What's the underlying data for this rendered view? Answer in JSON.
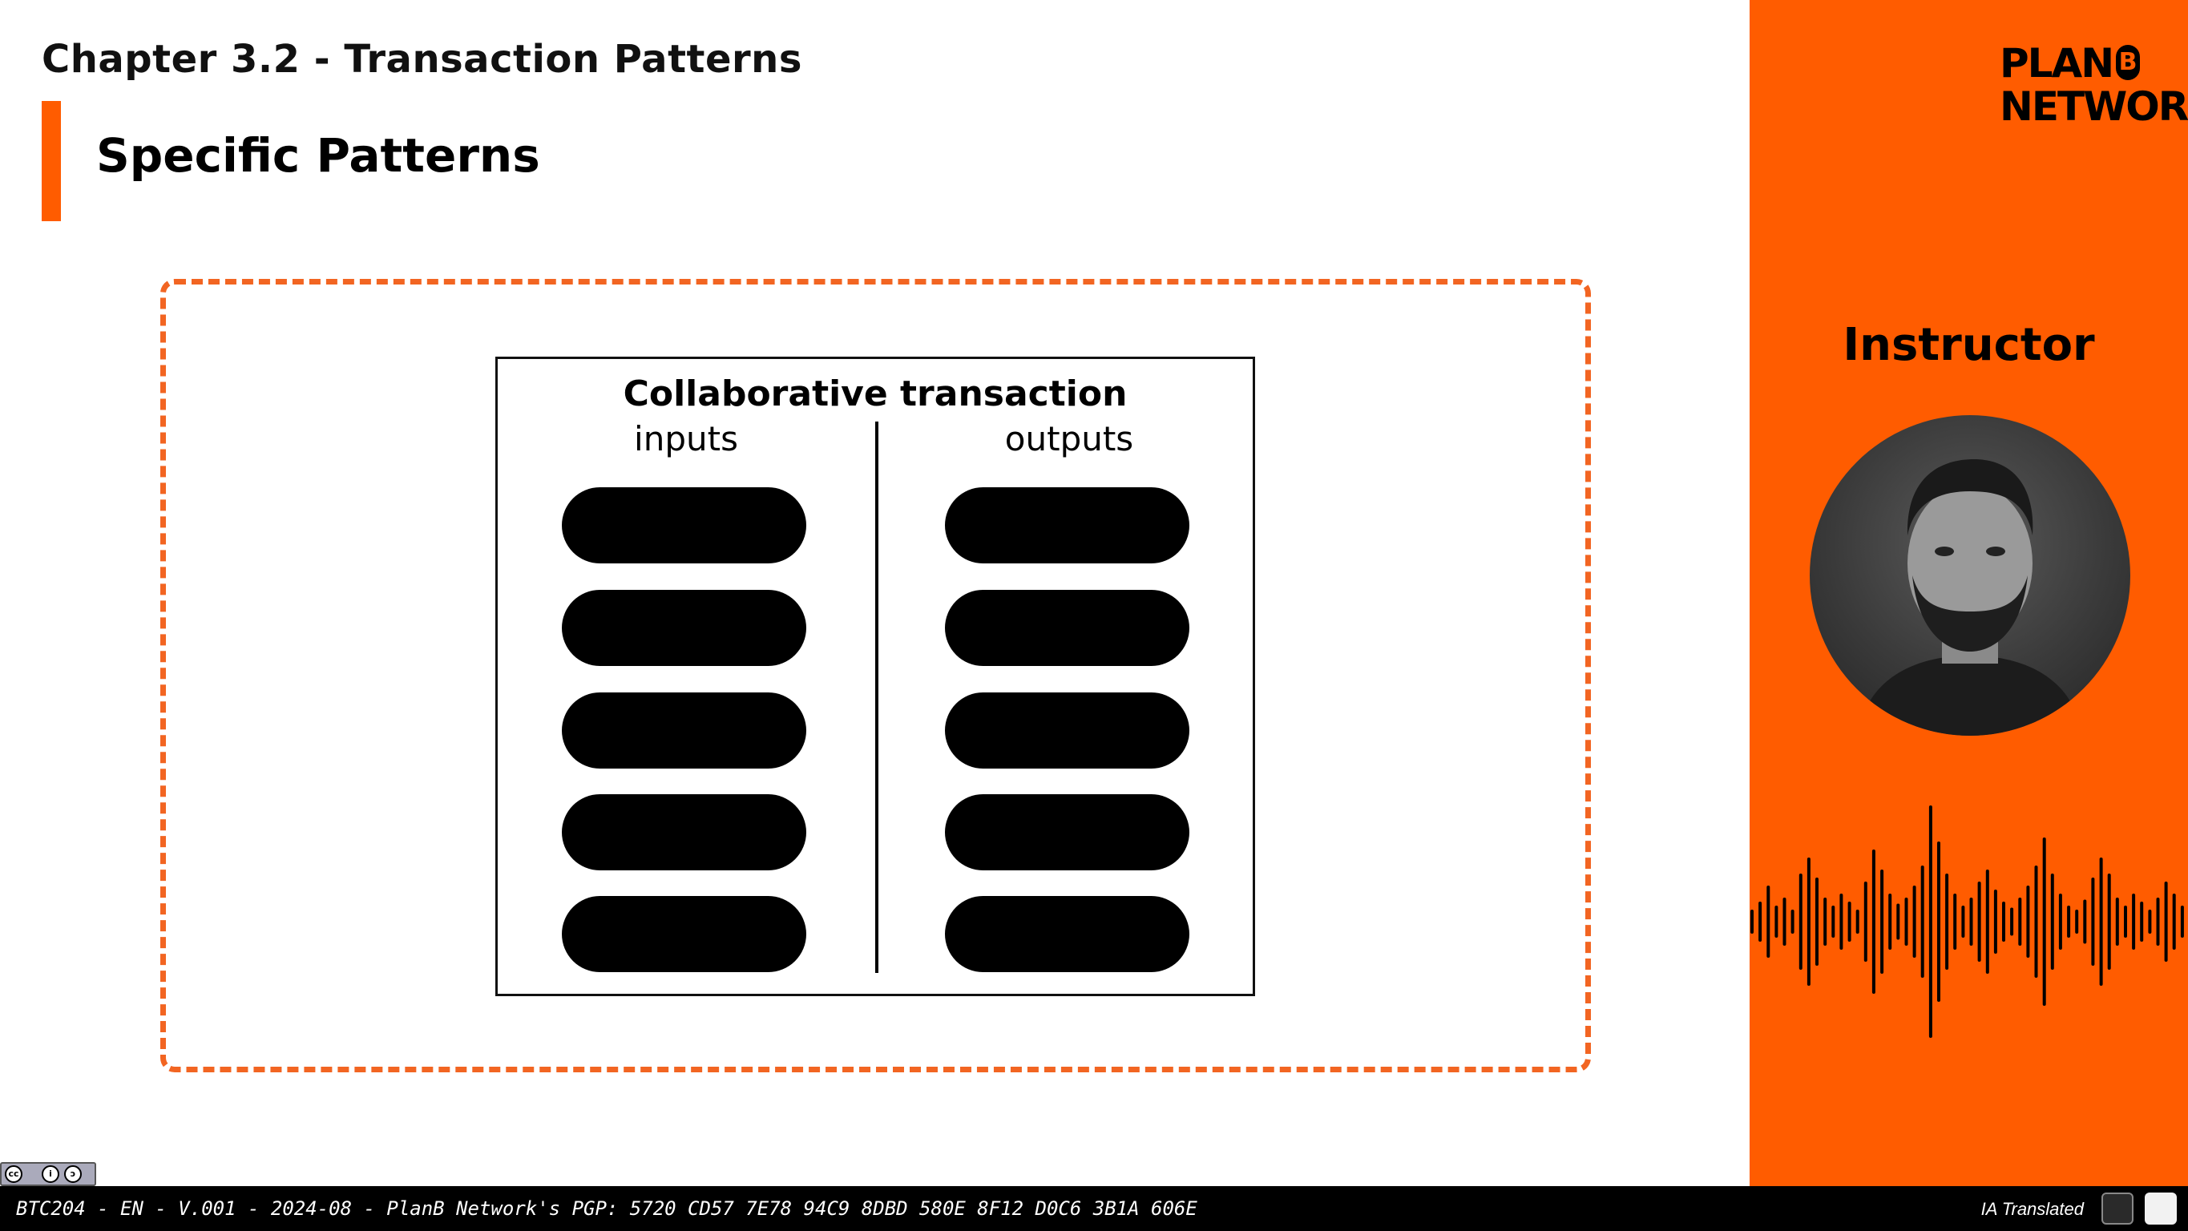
{
  "header": {
    "chapter": "Chapter 3.2 - Transaction Patterns",
    "section_title": "Specific Patterns"
  },
  "diagram": {
    "title": "Collaborative transaction",
    "inputs_label": "inputs",
    "outputs_label": "outputs",
    "input_count": 5,
    "output_count": 5
  },
  "side_panel": {
    "logo_line1": "PLAN",
    "logo_b": "B",
    "logo_line2": "NETWORK",
    "instructor_label": "Instructor"
  },
  "footer": {
    "text": "BTC204 - EN - V.001 - 2024-08 - PlanB Network's PGP: 5720 CD57 7E78 94C9 8DBD 580E 8F12 D0C6 3B1A 606E",
    "right_label": "IA Translated"
  },
  "colors": {
    "accent": "#ff5c00",
    "dashed_frame": "#f26522",
    "footer_bg": "#000000"
  },
  "icons": [
    "cc-by-sa-icon",
    "openai-icon",
    "elevenlabs-icon",
    "waveform-icon"
  ]
}
